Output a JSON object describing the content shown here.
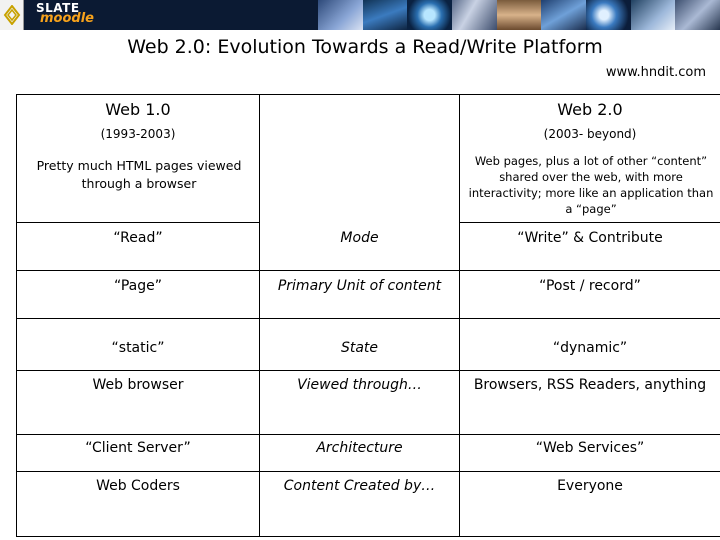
{
  "banner": {
    "brand_top": "SLATE",
    "brand_bottom": "moodle",
    "colors": {
      "background": "#0b1a33",
      "brand_accent": "#f7a21b"
    }
  },
  "slide": {
    "title": "Web 2.0: Evolution Towards a Read/Write Platform",
    "source": "www.hndit.com"
  },
  "table": {
    "web1": {
      "heading": "Web 1.0",
      "years": "(1993-2003)",
      "description": "Pretty much HTML pages viewed through a browser"
    },
    "web2": {
      "heading": "Web 2.0",
      "years": "(2003- beyond)",
      "description": "Web pages, plus a lot of other “content” shared over the web, with more interactivity; more like an application than a “page”"
    },
    "rows": [
      {
        "web1": "“Read”",
        "dimension": "Mode",
        "web2": "“Write” & Contribute"
      },
      {
        "web1": "“Page”",
        "dimension": "Primary Unit of content",
        "web2": "“Post / record”"
      },
      {
        "web1": "“static”",
        "dimension": "State",
        "web2": "“dynamic”"
      },
      {
        "web1": "Web browser",
        "dimension": "Viewed through…",
        "web2": "Browsers, RSS Readers, anything"
      },
      {
        "web1": "“Client Server”",
        "dimension": "Architecture",
        "web2": "“Web Services”"
      },
      {
        "web1": "Web Coders",
        "dimension": "Content Created by…",
        "web2": "Everyone"
      }
    ]
  }
}
